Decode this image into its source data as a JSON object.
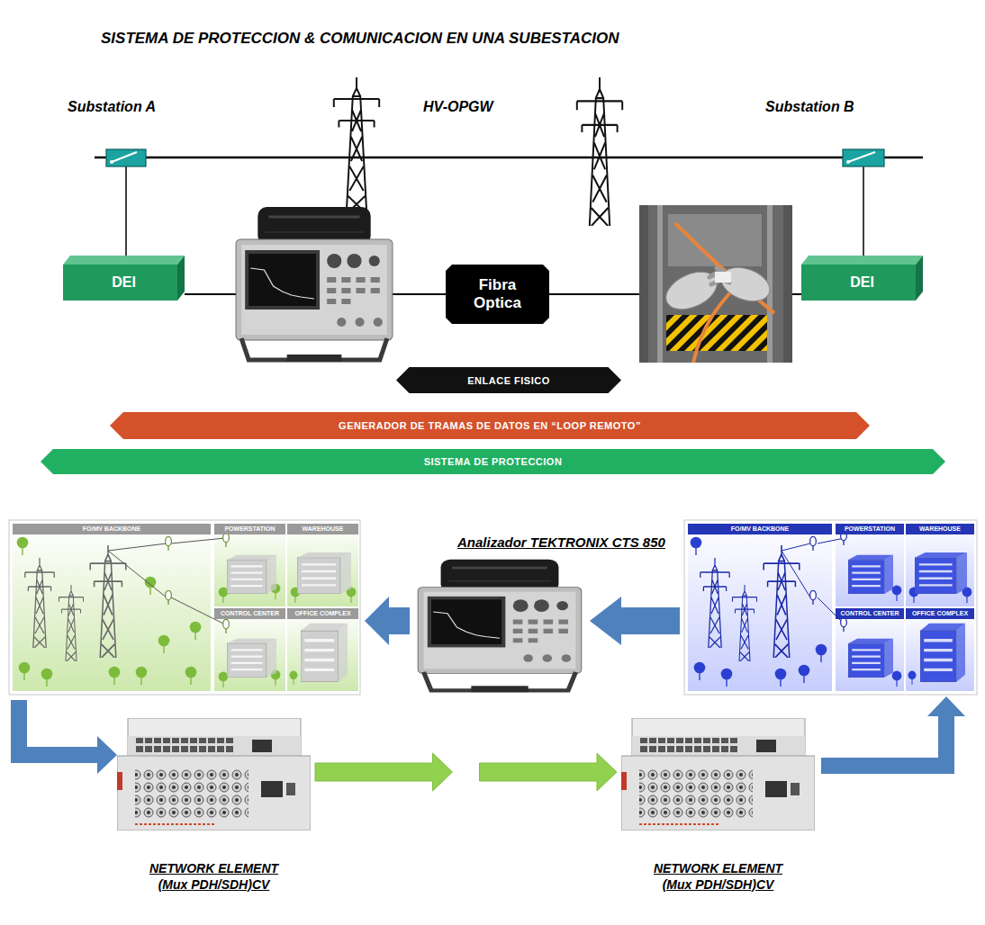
{
  "diagram": {
    "title": "SISTEMA DE PROTECCION & COMUNICACION EN UNA SUBESTACION",
    "nodes": [
      {
        "text": [
          "DEI"
        ]
      },
      {
        "text": [
          "Fibra Optica"
        ]
      },
      {
        "text": [
          "DEI"
        ]
      },
      {
        "text": [
          "ENLACE FISICO"
        ]
      },
      {
        "text": [
          "GENERADOR DE TRAMAS DE DATOS EN “LOOP REMOTO”"
        ]
      },
      {
        "text": [
          "SISTEMA DE PROTECCION"
        ]
      },
      {
        "text": [
          "FO/MV BACKBONE"
        ]
      },
      {
        "text": [
          "POWERSTATION"
        ]
      },
      {
        "text": [
          "WAREHOUSE"
        ]
      },
      {
        "text": [
          "CONTROL CENTER"
        ]
      },
      {
        "text": [
          "OFFICE COMPLEX"
        ]
      },
      {
        "text": [
          "FO/MV BACKBONE"
        ]
      },
      {
        "text": [
          "POWERSTATION"
        ]
      },
      {
        "text": [
          "WAREHOUSE"
        ]
      },
      {
        "text": [
          "CONTROL CENTER"
        ]
      },
      {
        "text": [
          "OFFICE COMPLEX"
        ]
      },
      {
        "text": [
          "NETWORK ELEMENT (Mux PDH/SDH)CV"
        ]
      },
      {
        "text": [
          "NETWORK ELEMENT (Mux PDH/SDH)CV"
        ]
      }
    ],
    "edges": [
      {
        "from": 0,
        "to": 1,
        "arrow": "none"
      },
      {
        "from": 1,
        "to": 2,
        "arrow": "none"
      },
      {
        "from": 16,
        "to": 17,
        "arrow": "to"
      }
    ],
    "labels": [
      "Substation A",
      "HV-OPGW",
      "Substation B",
      "Analizador TEKTRONIX CTS 850"
    ]
  }
}
